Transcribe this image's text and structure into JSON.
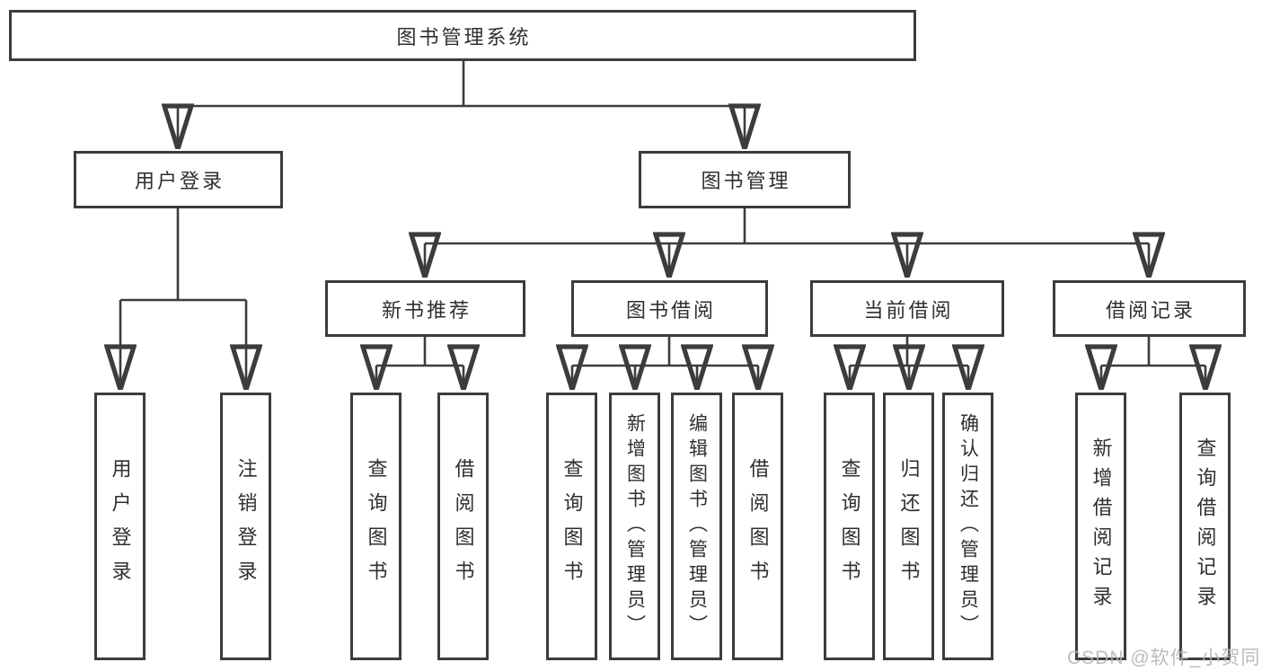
{
  "tree": {
    "root": {
      "label": "图书管理系统"
    },
    "children": [
      {
        "label": "用户登录",
        "children": [
          {
            "label": "用户登录"
          },
          {
            "label": "注销登录"
          }
        ]
      },
      {
        "label": "图书管理",
        "children": [
          {
            "label": "新书推荐",
            "children": [
              {
                "label": "查询图书"
              },
              {
                "label": "借阅图书"
              }
            ]
          },
          {
            "label": "图书借阅",
            "children": [
              {
                "label": "查询图书"
              },
              {
                "label": "新增图书（管理员）"
              },
              {
                "label": "编辑图书（管理员）"
              },
              {
                "label": "借阅图书"
              }
            ]
          },
          {
            "label": "当前借阅",
            "children": [
              {
                "label": "查询图书"
              },
              {
                "label": "归还图书"
              },
              {
                "label": "确认归还（管理员）"
              }
            ]
          },
          {
            "label": "借阅记录",
            "children": [
              {
                "label": "新增借阅记录"
              },
              {
                "label": "查询借阅记录"
              }
            ]
          }
        ]
      }
    ]
  },
  "watermark": {
    "text": "CSDN @软件_小贺同学"
  },
  "colors": {
    "line": "#3c3c3c",
    "box_border": "#3c3c3c",
    "text": "#2f2f2f",
    "background": "#ffffff",
    "watermark": "#b3b3b3"
  }
}
